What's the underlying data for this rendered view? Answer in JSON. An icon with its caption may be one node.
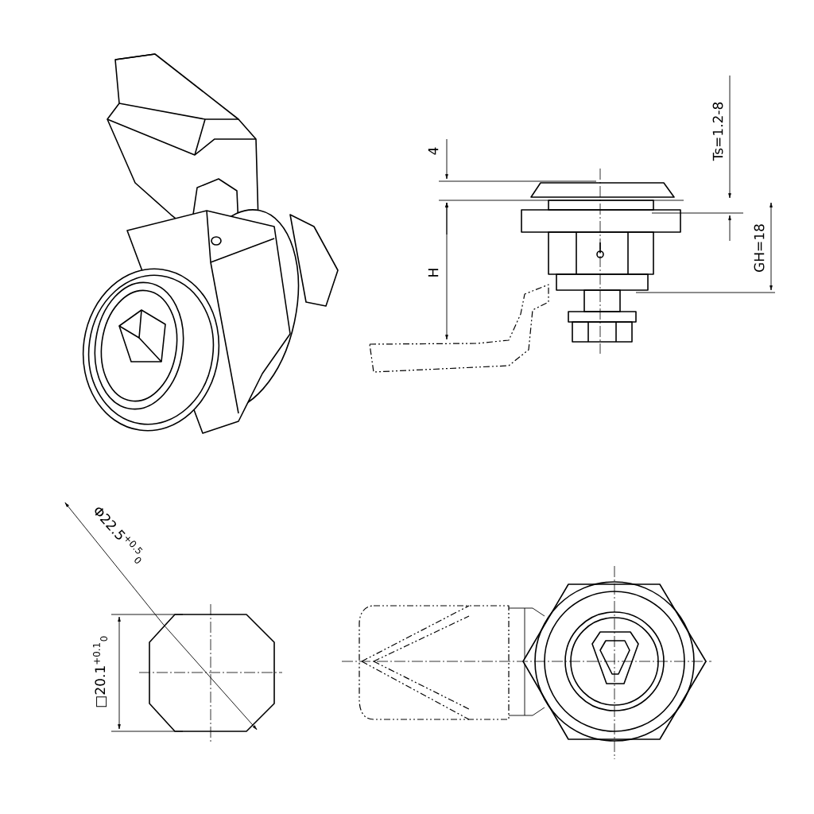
{
  "diagram": {
    "labels": [
      "4",
      "H",
      "Ts=1.2-8",
      "GH=18",
      "Φ22.5$^{+0.5}$$_{0}$",
      "□20.1$^{+0.1}$$_{0}$"
    ]
  }
}
